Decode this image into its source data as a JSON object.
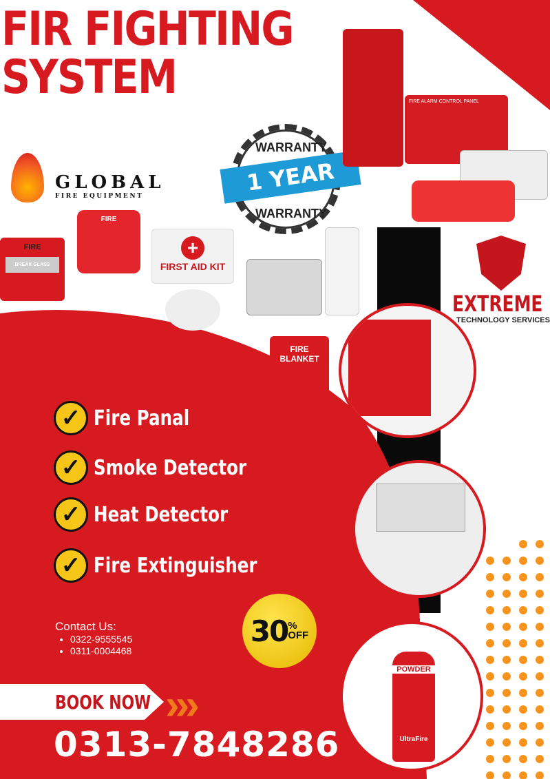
{
  "title": {
    "line1": "FIR FIGHTING",
    "line2": "SYSTEM"
  },
  "brand": {
    "name": "GLOBAL",
    "tagline": "FIRE EQUIPMENT"
  },
  "warranty": {
    "top": "WARRANTY",
    "middle": "1 YEAR",
    "bottom": "WARRANTY"
  },
  "products": {
    "call_point": "FIRE",
    "call_point_sub": "BREAK GLASS",
    "sounder": "FIRE",
    "first_aid": "FIRST AID KIT",
    "blanket": "FIRE BLANKET",
    "panel1": "FIRE ALARM CONTROL PANEL",
    "extinguisher": "POWDER",
    "extinguisher_brand": "UltraFire"
  },
  "partner": {
    "name": "EXTREME",
    "subtitle": "TECHNOLOGY SERVICES"
  },
  "services": [
    "Fire Panal",
    "Smoke Detector",
    "Heat Detector",
    "Fire Extinguisher"
  ],
  "contact": {
    "heading": "Contact Us:",
    "phones": [
      "0322-9555545",
      "0311-0004468"
    ]
  },
  "offer": {
    "value": "30",
    "percent": "%",
    "off": "OFF"
  },
  "cta": {
    "label": "BOOK NOW",
    "phone": "0313-7848286"
  },
  "colors": {
    "red": "#d71920",
    "yellow": "#f5c518",
    "blue": "#1e9ad6",
    "black": "#111111"
  }
}
